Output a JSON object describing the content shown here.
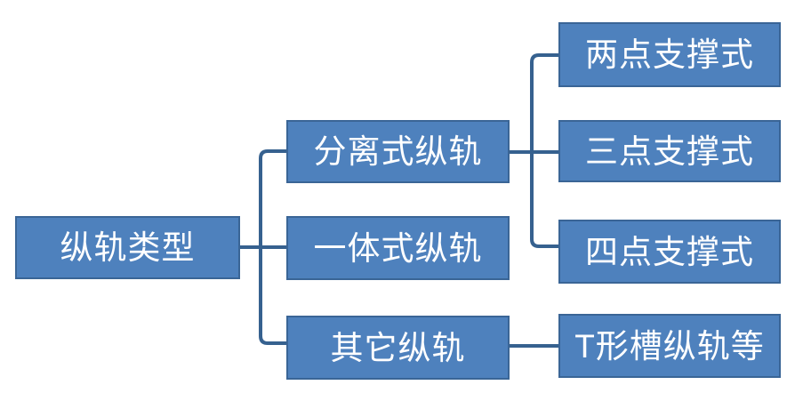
{
  "diagram": {
    "root": {
      "label": "纵轨类型"
    },
    "branches": [
      {
        "label": "分离式纵轨",
        "children": [
          {
            "label": "两点支撑式"
          },
          {
            "label": "三点支撑式"
          },
          {
            "label": "四点支撑式"
          }
        ]
      },
      {
        "label": "一体式纵轨",
        "children": []
      },
      {
        "label": "其它纵轨",
        "children": [
          {
            "label": "T形槽纵轨等"
          }
        ]
      }
    ],
    "colors": {
      "box_fill": "#4E81BD",
      "box_border": "#3A6596",
      "connector": "#36618F",
      "text": "#FFFFFF",
      "background": "#FFFFFF"
    }
  }
}
